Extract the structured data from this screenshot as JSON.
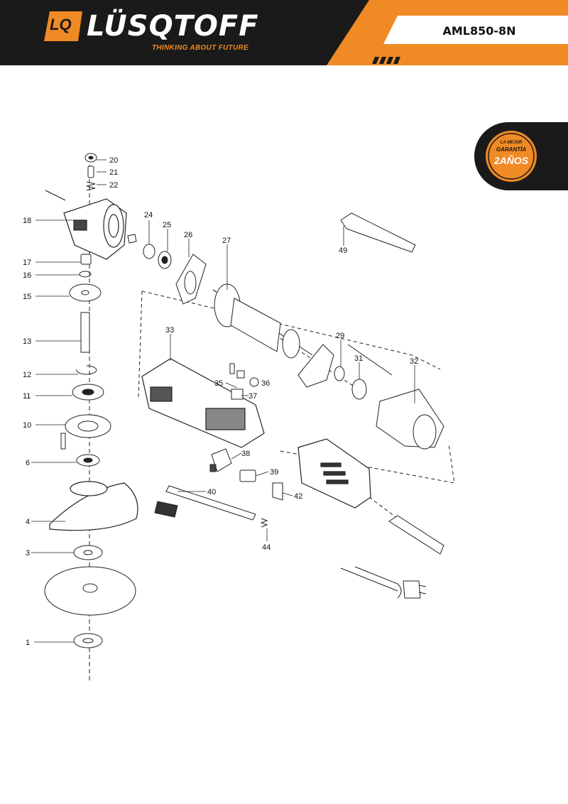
{
  "header": {
    "brand_name": "LÜSQTOFF",
    "logo_mark": "LQ",
    "tagline": "THINKING ABOUT FUTURE",
    "model": "AML850-8N"
  },
  "warranty_badge": {
    "line1": "LA MEJOR",
    "line2": "GARANTÍA",
    "line3": "2AÑOS"
  },
  "part_labels": [
    {
      "id": "1",
      "text": "1"
    },
    {
      "id": "3",
      "text": "3"
    },
    {
      "id": "4",
      "text": "4"
    },
    {
      "id": "6",
      "text": "6"
    },
    {
      "id": "10",
      "text": "10"
    },
    {
      "id": "11",
      "text": "11"
    },
    {
      "id": "12",
      "text": "12"
    },
    {
      "id": "13",
      "text": "13"
    },
    {
      "id": "15",
      "text": "15"
    },
    {
      "id": "16",
      "text": "16"
    },
    {
      "id": "17",
      "text": "17"
    },
    {
      "id": "18",
      "text": "18"
    },
    {
      "id": "20",
      "text": "20"
    },
    {
      "id": "21",
      "text": "21"
    },
    {
      "id": "22",
      "text": "22"
    },
    {
      "id": "24",
      "text": "24"
    },
    {
      "id": "25",
      "text": "25"
    },
    {
      "id": "26",
      "text": "26"
    },
    {
      "id": "27",
      "text": "27"
    },
    {
      "id": "29",
      "text": "29"
    },
    {
      "id": "31",
      "text": "31"
    },
    {
      "id": "32",
      "text": "32"
    },
    {
      "id": "33",
      "text": "33"
    },
    {
      "id": "35",
      "text": "35"
    },
    {
      "id": "36",
      "text": "36"
    },
    {
      "id": "37",
      "text": "37"
    },
    {
      "id": "38",
      "text": "38"
    },
    {
      "id": "39",
      "text": "39"
    },
    {
      "id": "40",
      "text": "40"
    },
    {
      "id": "42",
      "text": "42"
    },
    {
      "id": "44",
      "text": "44"
    },
    {
      "id": "49",
      "text": "49"
    }
  ],
  "colors": {
    "header_black": "#1a1a1a",
    "brand_orange": "#f08a24",
    "line": "#222222"
  }
}
